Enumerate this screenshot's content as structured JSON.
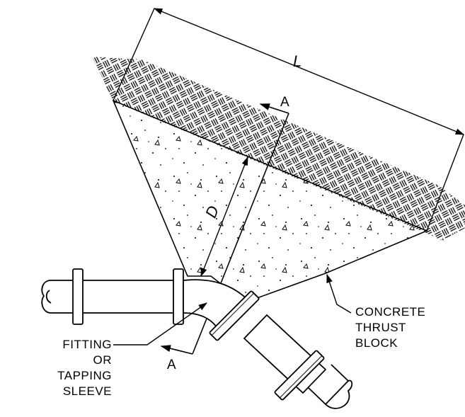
{
  "dimensions": {
    "length": "L",
    "depth": "D"
  },
  "section_markers": {
    "top": "A",
    "bottom": "A"
  },
  "callouts": {
    "thrust_block": [
      "CONCRETE",
      "THRUST",
      "BLOCK"
    ],
    "fitting": [
      "FITTING OR",
      "TAPPING",
      "SLEEVE"
    ]
  }
}
